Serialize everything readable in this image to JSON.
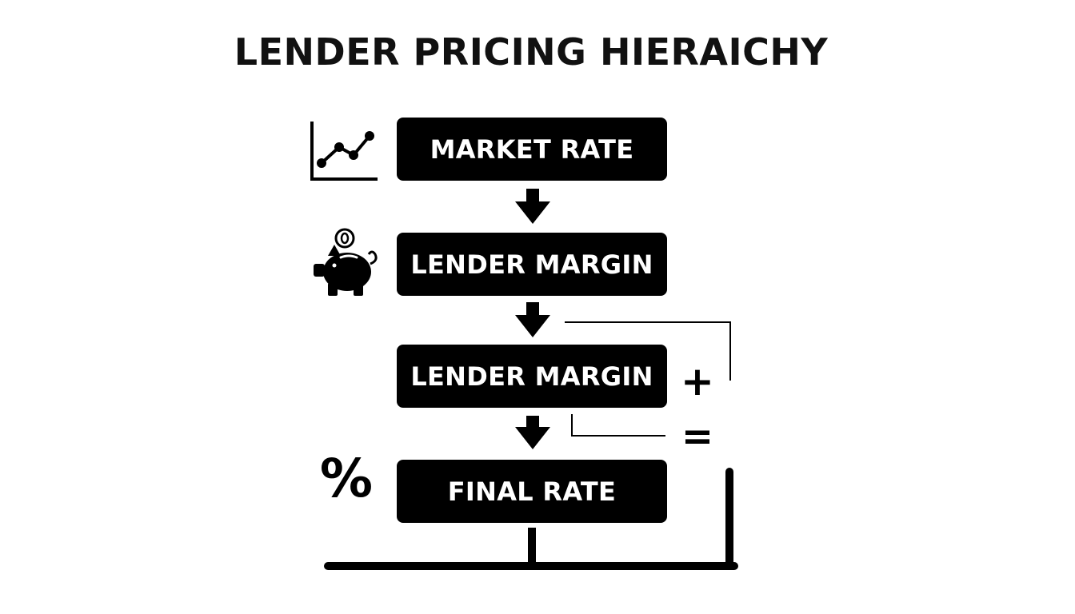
{
  "title": "LENDER PRICING HIERAICHY",
  "steps": [
    {
      "label": "MARKET RATE",
      "icon": "line-chart-icon"
    },
    {
      "label": "LENDER MARGIN",
      "icon": "piggy-bank-icon"
    },
    {
      "label": "LENDER MARGIN",
      "icon": ""
    },
    {
      "label": "FINAL RATE",
      "icon": "percent-icon"
    }
  ],
  "operators": {
    "plus": "+",
    "equals": "=",
    "percent": "%"
  },
  "colors": {
    "box_fill": "#000000",
    "box_text": "#ffffff",
    "background": "#ffffff"
  }
}
